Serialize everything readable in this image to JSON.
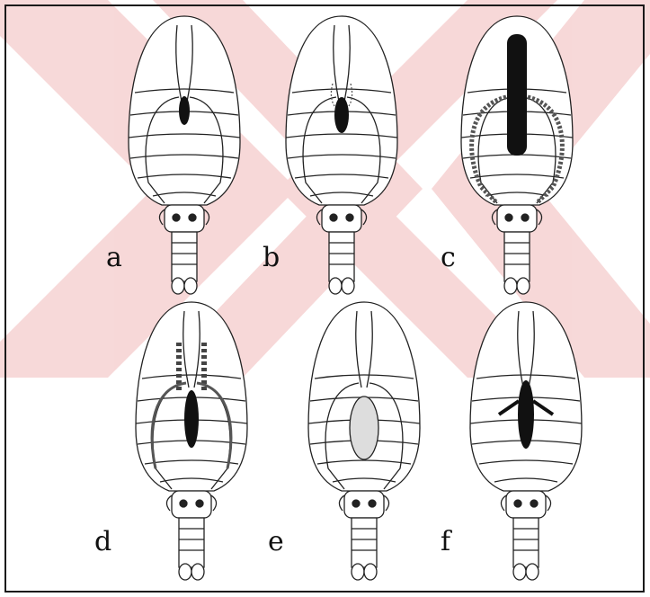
{
  "figure": {
    "panels": [
      {
        "id": "a",
        "label": "a"
      },
      {
        "id": "b",
        "label": "b"
      },
      {
        "id": "c",
        "label": "c"
      },
      {
        "id": "d",
        "label": "d"
      },
      {
        "id": "e",
        "label": "e"
      },
      {
        "id": "f",
        "label": "f"
      }
    ]
  },
  "colors": {
    "outline": "#222222",
    "dark_organ": "#111111",
    "watermark": "#f3c9c9",
    "background": "#ffffff"
  }
}
